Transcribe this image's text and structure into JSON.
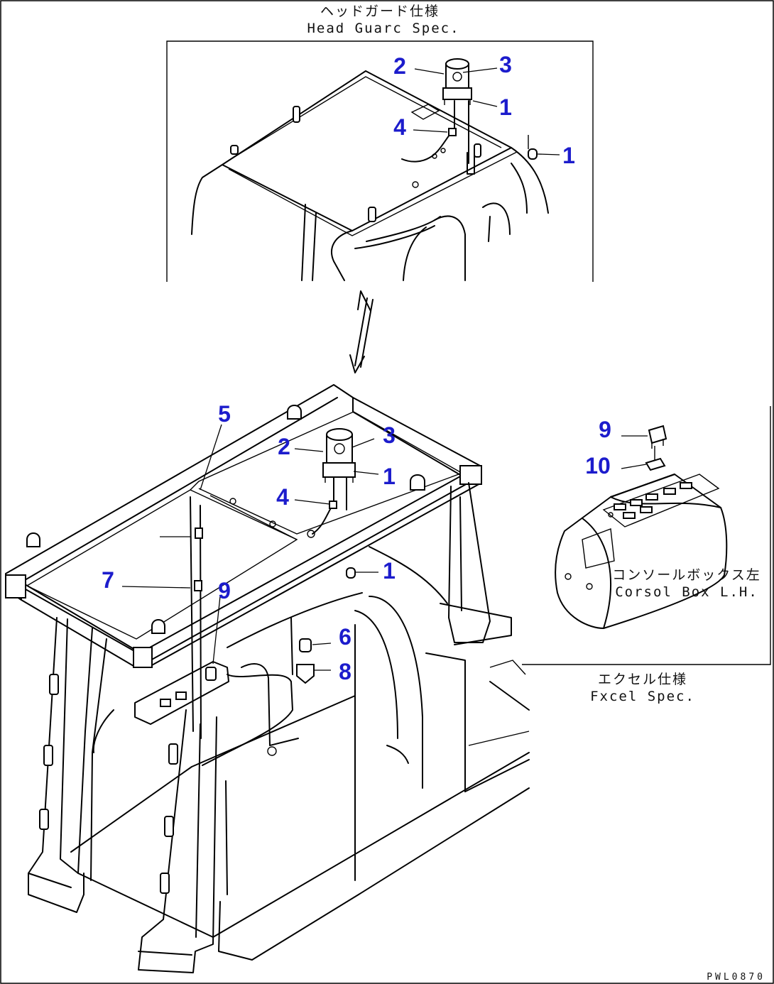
{
  "captions": {
    "head_guard_jp": "ヘッドガード仕様",
    "head_guard_en": "Head Guarc Spec.",
    "console_jp": "コンソールボックス左",
    "console_en": "Corsol Box L.H.",
    "excel_jp": "エクセル仕様",
    "excel_en": "Fxcel Spec."
  },
  "drawing_code": "PWL0870",
  "callouts": {
    "top_2": "2",
    "top_3": "3",
    "top_1a": "1",
    "top_4": "4",
    "top_1b": "1",
    "main_5": "5",
    "main_2": "2",
    "main_3": "3",
    "main_1a": "1",
    "main_4": "4",
    "main_7": "7",
    "main_9": "9",
    "main_1b": "1",
    "main_6": "6",
    "main_8": "8",
    "console_9": "9",
    "console_10": "10"
  }
}
